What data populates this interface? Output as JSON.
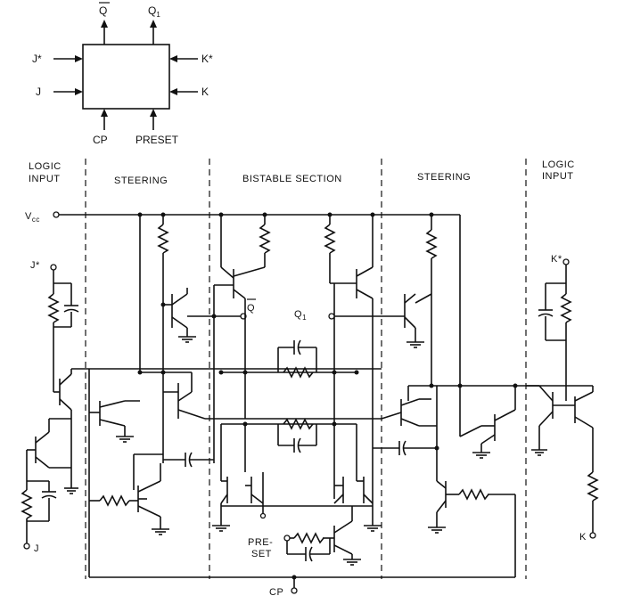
{
  "block": {
    "out_qbar": "Q",
    "out_q1": "Q",
    "out_q1_sub": "1",
    "in_jstar": "J*",
    "in_j": "J",
    "in_kstar": "K*",
    "in_k": "K",
    "in_cp": "CP",
    "in_preset": "PRESET"
  },
  "sections": {
    "logic_input_left_1": "LOGIC",
    "logic_input_left_2": "INPUT",
    "steering_left": "STEERING",
    "bistable": "BISTABLE SECTION",
    "steering_right": "STEERING",
    "logic_input_right_1": "LOGIC",
    "logic_input_right_2": "INPUT"
  },
  "pins": {
    "vcc": "V",
    "vcc_sub": "cc",
    "jstar": "J*",
    "j": "J",
    "kstar": "K*",
    "k": "K",
    "qbar": "Q",
    "q1": "Q",
    "q1_sub": "1",
    "preset_1": "PRE-",
    "preset_2": "SET",
    "cp": "CP"
  }
}
